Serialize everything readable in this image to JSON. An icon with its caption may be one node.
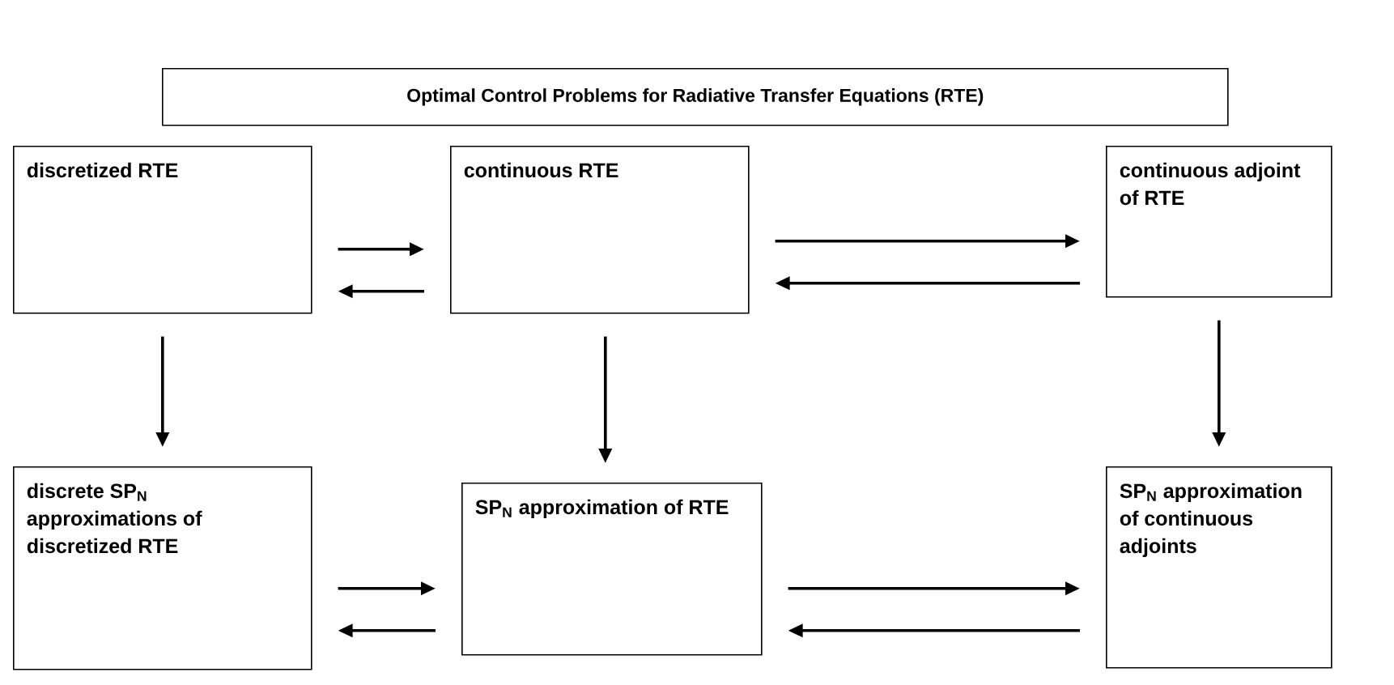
{
  "diagram": {
    "nodes": [
      {
        "text": [
          "Optimal Control Problems for Radiative Transfer Equations (RTE)"
        ]
      },
      {
        "text": [
          "discretized RTE"
        ]
      },
      {
        "text": [
          "continuous RTE"
        ]
      },
      {
        "text": [
          "continuous adjoint of RTE"
        ]
      },
      {
        "text": [
          "discrete SP$_{N}$ approximations of discretized RTE"
        ]
      },
      {
        "text": [
          "SP$_{N}$ approximation of RTE"
        ]
      },
      {
        "text": [
          "SP$_{N}$ approximation of continuous adjoints"
        ]
      }
    ],
    "edges": [
      {
        "from": 1,
        "to": 2,
        "arrow": "to"
      },
      {
        "from": 2,
        "to": 1,
        "arrow": "to"
      },
      {
        "from": 2,
        "to": 3,
        "arrow": "to"
      },
      {
        "from": 3,
        "to": 2,
        "arrow": "to"
      },
      {
        "from": 1,
        "to": 4,
        "arrow": "to"
      },
      {
        "from": 2,
        "to": 5,
        "arrow": "to"
      },
      {
        "from": 3,
        "to": 6,
        "arrow": "to"
      },
      {
        "from": 4,
        "to": 5,
        "arrow": "to"
      },
      {
        "from": 5,
        "to": 4,
        "arrow": "to"
      },
      {
        "from": 5,
        "to": 6,
        "arrow": "to"
      },
      {
        "from": 6,
        "to": 5,
        "arrow": "to"
      }
    ]
  }
}
